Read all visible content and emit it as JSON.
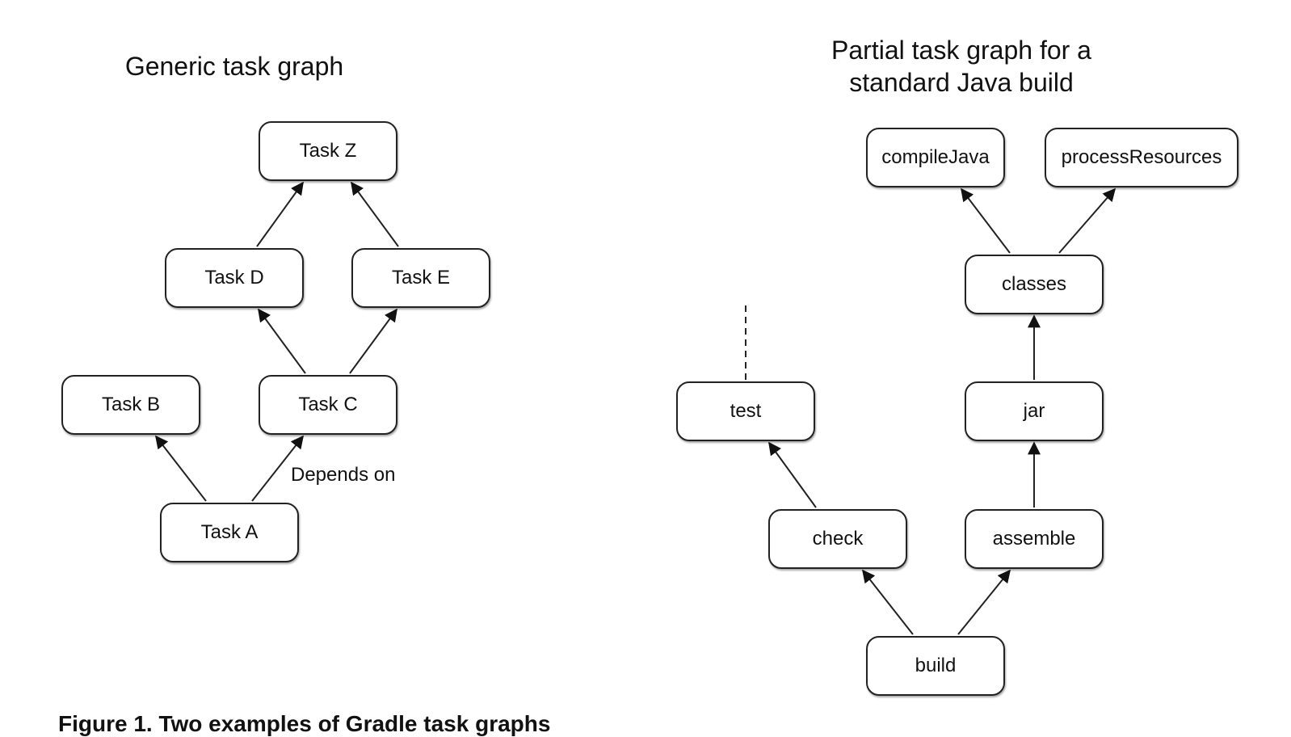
{
  "left_diagram": {
    "title": "Generic task graph",
    "nodes": {
      "task_z": "Task Z",
      "task_d": "Task D",
      "task_e": "Task E",
      "task_b": "Task B",
      "task_c": "Task C",
      "task_a": "Task A"
    },
    "edge_label": "Depends on"
  },
  "right_diagram": {
    "title_line1": "Partial task graph for a",
    "title_line2": "standard Java build",
    "nodes": {
      "compile_java": "compileJava",
      "process_resources": "processResources",
      "classes": "classes",
      "test": "test",
      "jar": "jar",
      "check": "check",
      "assemble": "assemble",
      "build": "build"
    }
  },
  "caption": "Figure 1. Two examples of Gradle task graphs",
  "colors": {
    "stroke": "#222222",
    "background": "#ffffff"
  }
}
